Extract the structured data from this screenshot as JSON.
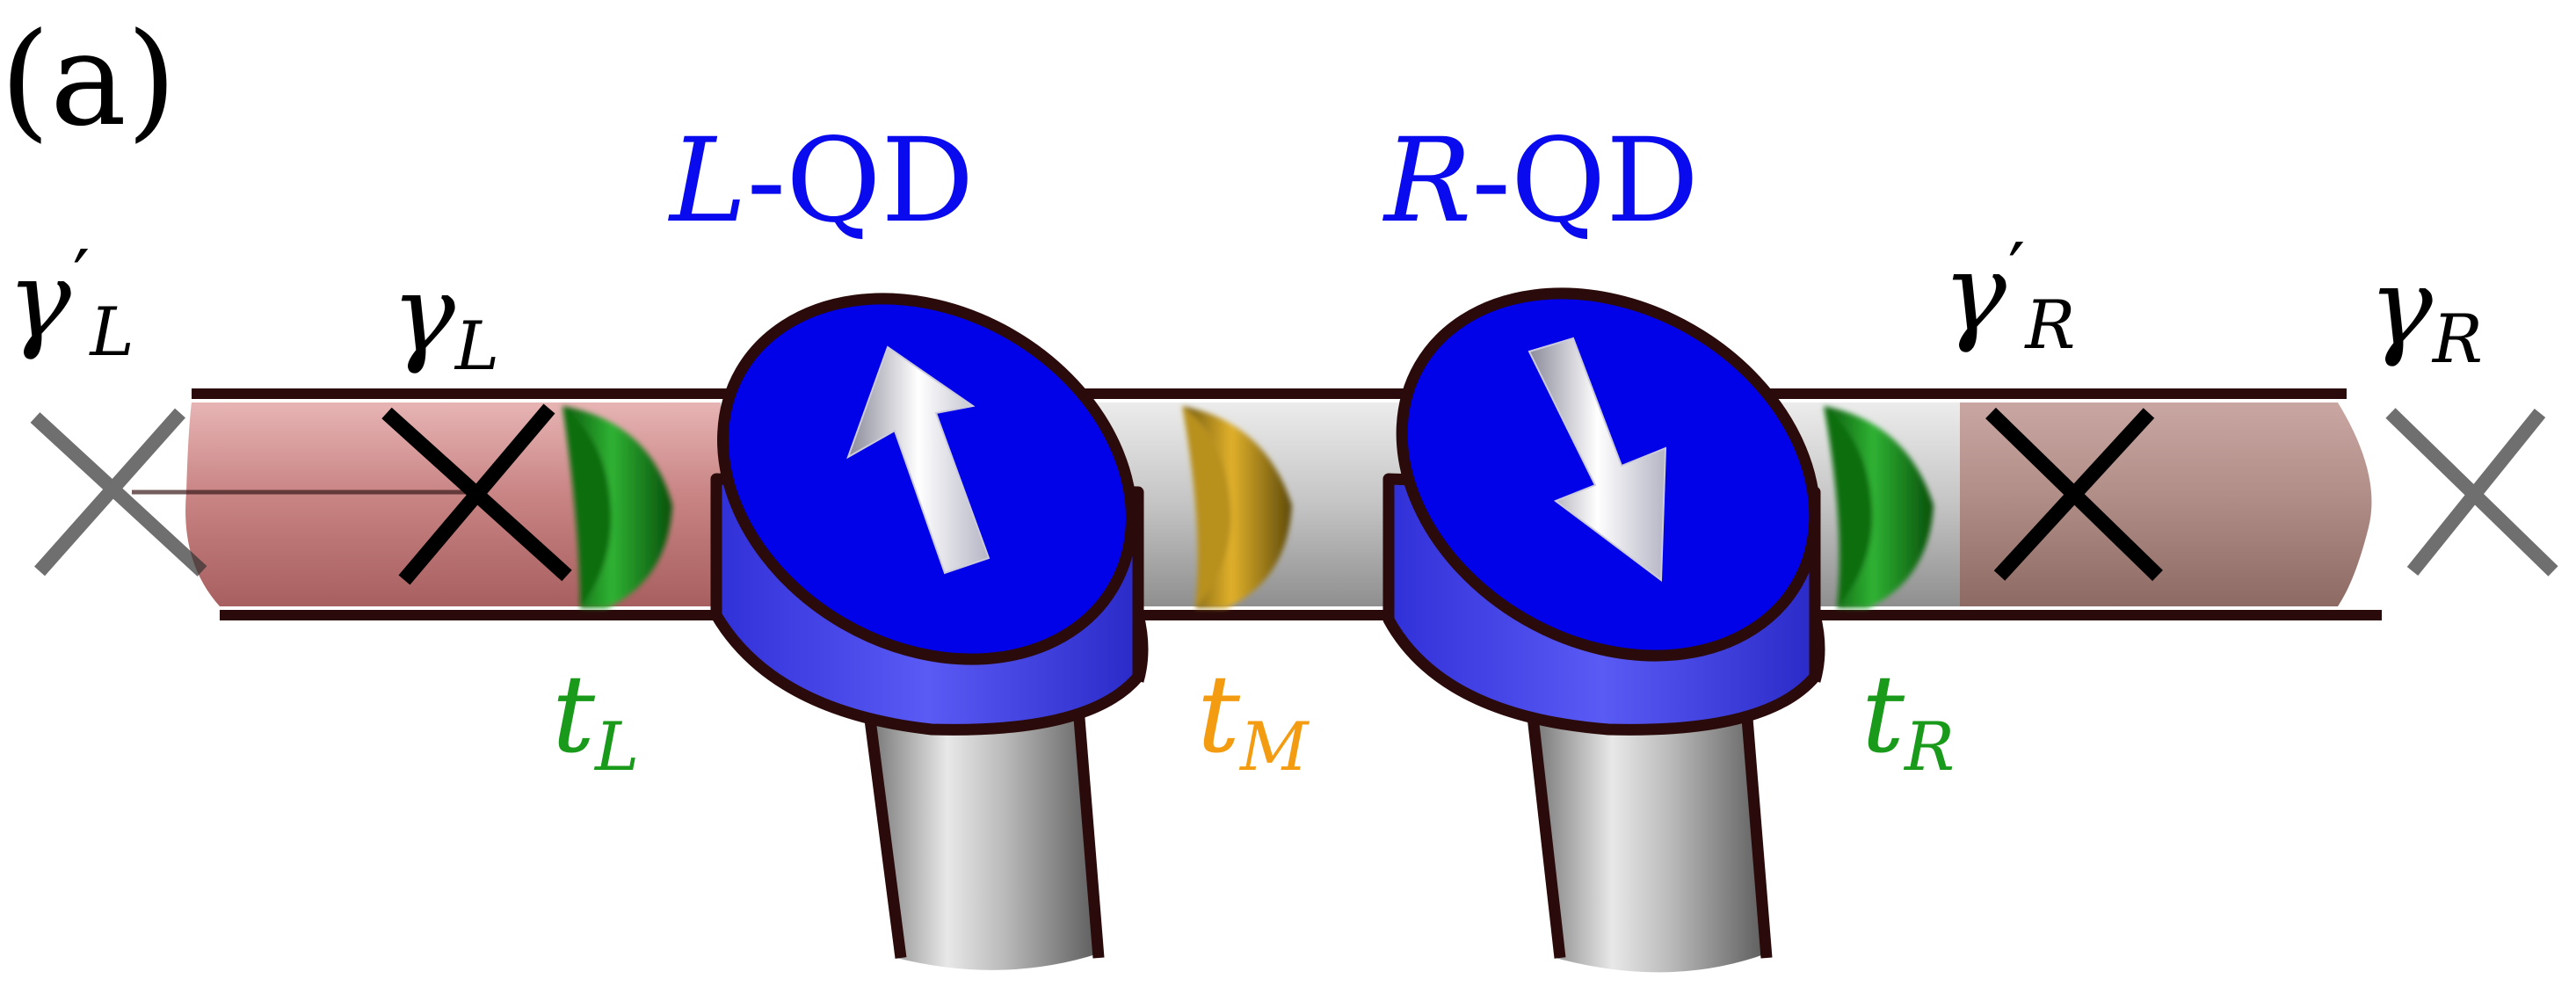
{
  "panel_label": "(a)",
  "dots": {
    "left": {
      "name": "L",
      "suffix": "-QD",
      "spin": "up"
    },
    "right": {
      "name": "R",
      "suffix": "-QD",
      "spin": "down"
    }
  },
  "majoranas": {
    "outer_left": {
      "symbol": "γ",
      "prime": "′",
      "sub": "L"
    },
    "inner_left": {
      "symbol": "γ",
      "sub": "L"
    },
    "inner_right": {
      "symbol": "γ",
      "prime": "′",
      "sub": "R"
    },
    "outer_right": {
      "symbol": "γ",
      "sub": "R"
    }
  },
  "couplings": {
    "left": {
      "symbol": "t",
      "sub": "L"
    },
    "middle": {
      "symbol": "t",
      "sub": "M"
    },
    "right": {
      "symbol": "t",
      "sub": "R"
    }
  },
  "colors": {
    "dot_top": "#0202e8",
    "dot_side": "#4646f0",
    "label_blue": "#0a0aef",
    "t_green": "#1a9a1a",
    "t_orange": "#f39c12",
    "coupler_green": "#0e8a12",
    "coupler_gold": "#c9a020",
    "wire_pink": "#c98a8a",
    "wire_gray": "#cfcfcf",
    "outline": "#2a0a0a"
  }
}
